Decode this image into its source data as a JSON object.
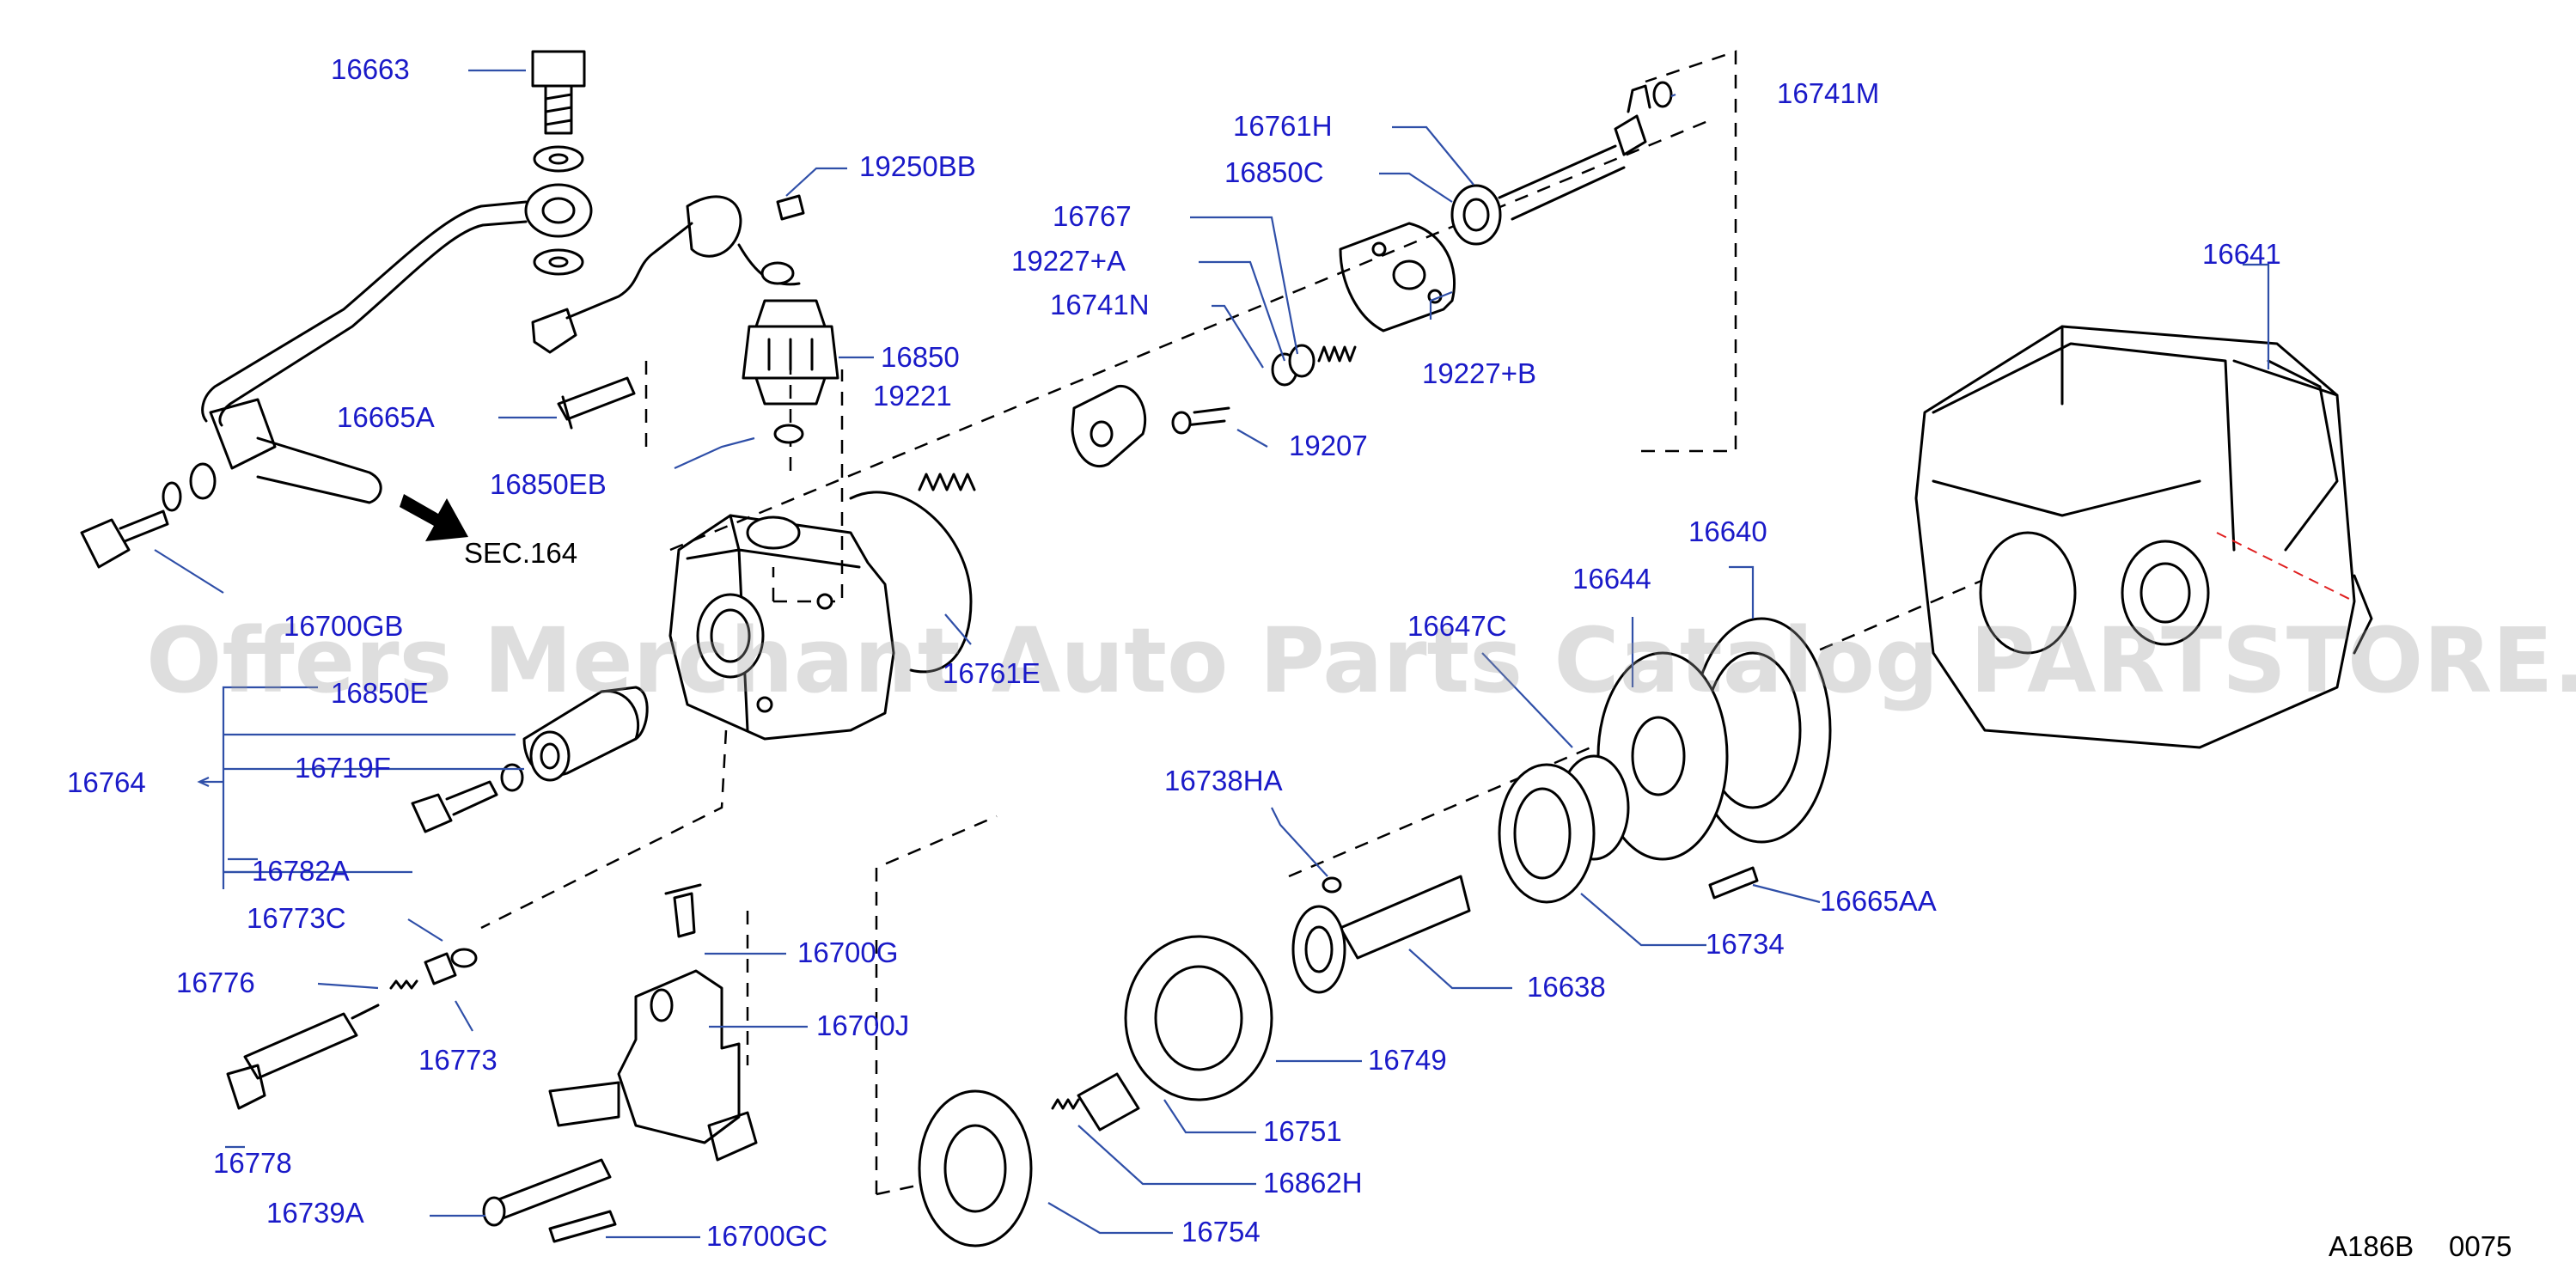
{
  "colors": {
    "label": "#1a1ac8",
    "leader": "#2f4fa8",
    "ink": "#000000",
    "watermark": "#9c9c9c",
    "centerline": "#e02020"
  },
  "watermark": "Offers Merchant Auto Parts Catalog PARTSTORE.SA",
  "reference_label": "SEC.164",
  "footer_code": "A186B",
  "footer_page": "0075",
  "parts": [
    "16663",
    "19250BB",
    "16665A",
    "16850",
    "19221",
    "16850EB",
    "16700GB",
    "16850E",
    "16764",
    "16719F",
    "16782A",
    "16773C",
    "16776",
    "16773",
    "16778",
    "16739A",
    "16700G",
    "16700J",
    "16700GC",
    "16761E",
    "16761H",
    "16850C",
    "16767",
    "19227+A",
    "16741N",
    "19207",
    "19227+B",
    "16741M",
    "16641",
    "16640",
    "16644",
    "16647C",
    "16738HA",
    "16665AA",
    "16734",
    "16638",
    "16749",
    "16751",
    "16862H",
    "16754"
  ]
}
